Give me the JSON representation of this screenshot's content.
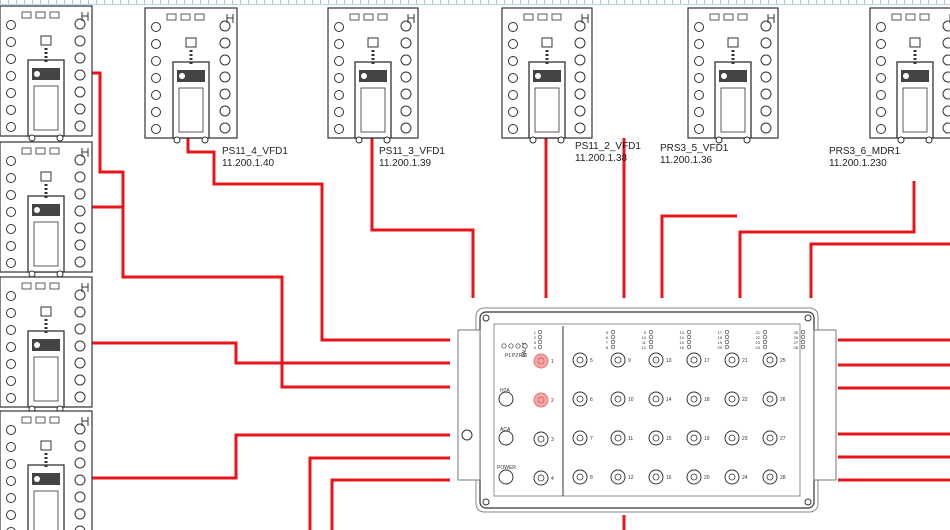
{
  "devices": [
    {
      "id": "PS11_4_VFD1",
      "name": "PS11_4_VFD1",
      "ip": "11.200.1.40"
    },
    {
      "id": "PS11_3_VFD1",
      "name": "PS11_3_VFD1",
      "ip": "11.200.1.39"
    },
    {
      "id": "PS11_2_VFD1",
      "name": "PS11_2_VFD1",
      "ip": "11.200.1.38"
    },
    {
      "id": "PRS3_5_VFD1",
      "name": "PRS3_5_VFD1",
      "ip": "11.200.1.36"
    },
    {
      "id": "PRS3_6_MDR1",
      "name": "PRS3_6_MDR1",
      "ip": "11.200.1.230"
    }
  ],
  "switch": {
    "labels": {
      "status": [
        "P1",
        "P2",
        "RM",
        "FAULT"
      ],
      "h2a": "H2A",
      "aca": "ACA",
      "power": "POWER"
    },
    "left_ports": [
      "1",
      "2",
      "3",
      "4"
    ],
    "port_columns": [
      [
        "5",
        "6",
        "7",
        "8"
      ],
      [
        "9",
        "10",
        "11",
        "12"
      ],
      [
        "13",
        "14",
        "15",
        "16"
      ],
      [
        "17",
        "18",
        "19",
        "20"
      ],
      [
        "21",
        "22",
        "23",
        "24"
      ],
      [
        "25",
        "26",
        "27",
        "28"
      ]
    ]
  },
  "colors": {
    "wire": "#e8141c",
    "outline": "#333333",
    "port_highlight": "#f3a7a7"
  }
}
